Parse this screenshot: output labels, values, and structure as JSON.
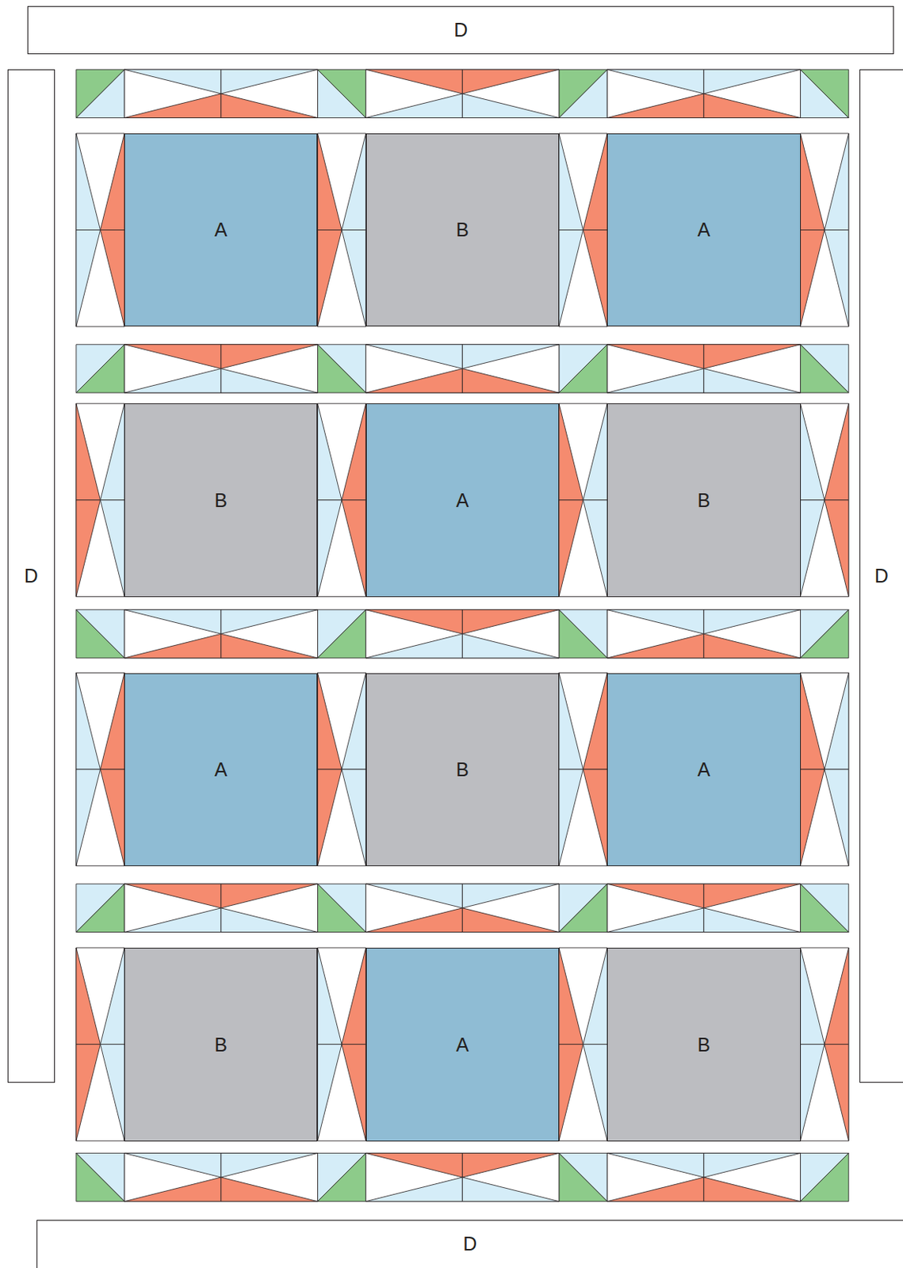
{
  "diagram": {
    "nodes": [
      {
        "text": [
          "D"
        ]
      },
      {
        "text": [
          "A"
        ]
      },
      {
        "text": [
          "B"
        ]
      },
      {
        "text": [
          "A"
        ]
      },
      {
        "text": [
          "B"
        ]
      },
      {
        "text": [
          "A"
        ]
      },
      {
        "text": [
          "B"
        ]
      },
      {
        "text": [
          "D"
        ]
      },
      {
        "text": [
          "D"
        ]
      },
      {
        "text": [
          "A"
        ]
      },
      {
        "text": [
          "B"
        ]
      },
      {
        "text": [
          "A"
        ]
      },
      {
        "text": [
          "B"
        ]
      },
      {
        "text": [
          "A"
        ]
      },
      {
        "text": [
          "B"
        ]
      },
      {
        "text": [
          "D"
        ]
      }
    ]
  }
}
